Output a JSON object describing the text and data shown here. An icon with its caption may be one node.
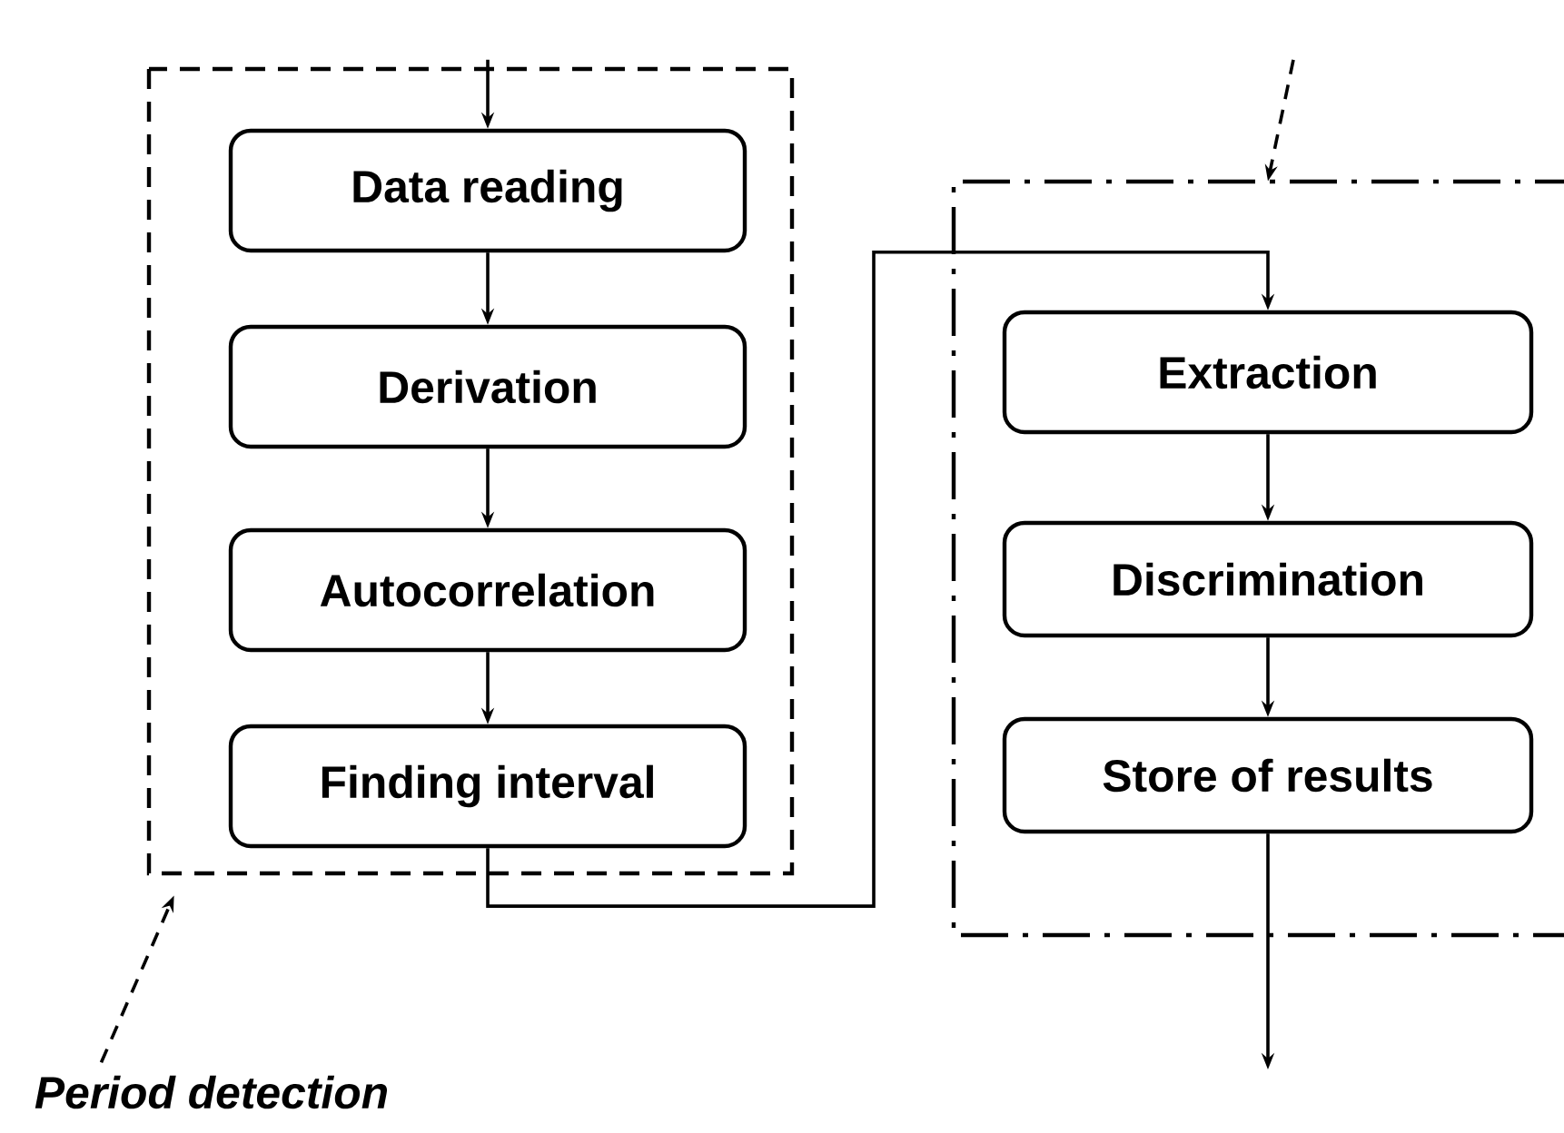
{
  "diagram": {
    "nodes": [
      {
        "text": [],
        "shape": "box"
      },
      {
        "text": [
          "Data reading"
        ],
        "in": 0
      },
      {
        "text": [
          "Derivation"
        ],
        "in": 0
      },
      {
        "text": [
          "Autocorrelation"
        ],
        "in": 0
      },
      {
        "text": [
          "Finding interval"
        ],
        "in": 0
      },
      {
        "text": [
          "Period detection"
        ]
      },
      {
        "text": [],
        "shape": "box"
      },
      {
        "text": [
          "Extraction"
        ],
        "in": 6
      },
      {
        "text": [
          "Discrimination"
        ],
        "in": 6
      },
      {
        "text": [
          "Store of results"
        ],
        "in": 6
      }
    ],
    "edges": [
      {
        "from": null,
        "to": 1,
        "arrow": "to"
      },
      {
        "from": 1,
        "to": 2,
        "arrow": "to"
      },
      {
        "from": 2,
        "to": 3,
        "arrow": "to"
      },
      {
        "from": 3,
        "to": 4,
        "arrow": "to"
      },
      {
        "from": 4,
        "to": 7,
        "arrow": "to"
      },
      {
        "from": 7,
        "to": 8,
        "arrow": "to"
      },
      {
        "from": 8,
        "to": 9,
        "arrow": "to"
      },
      {
        "from": 9,
        "to": null,
        "arrow": "to"
      },
      {
        "from": 5,
        "to": 0,
        "arrow": "to",
        "style": "dashed"
      },
      {
        "from": null,
        "to": 6,
        "arrow": "to",
        "style": "dashed"
      }
    ]
  }
}
